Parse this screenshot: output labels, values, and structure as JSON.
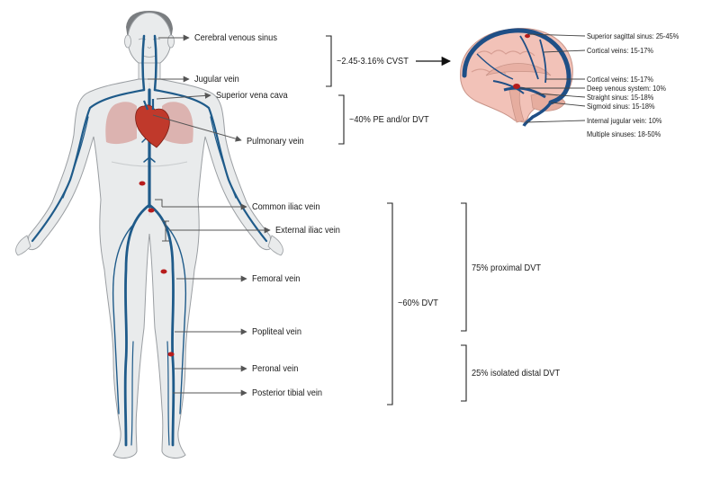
{
  "body_labels": [
    {
      "id": "cerebral",
      "text": "Cerebral venous sinus"
    },
    {
      "id": "jugular",
      "text": "Jugular vein"
    },
    {
      "id": "svc",
      "text": "Superior vena cava"
    },
    {
      "id": "pulmonary",
      "text": "Pulmonary vein"
    },
    {
      "id": "common_iliac",
      "text": "Common iliac vein"
    },
    {
      "id": "external_iliac",
      "text": "External iliac vein"
    },
    {
      "id": "femoral",
      "text": "Femoral vein"
    },
    {
      "id": "popliteal",
      "text": "Popliteal vein"
    },
    {
      "id": "peronal",
      "text": "Peronal vein"
    },
    {
      "id": "posterior_tibial",
      "text": "Posterior tibial vein"
    }
  ],
  "stats": {
    "cvst": "~2.45-3.16% CVST",
    "pe_dvt": "~40% PE and/or DVT",
    "dvt": "~60% DVT",
    "proximal": "75% proximal DVT",
    "distal": "25% isolated distal DVT"
  },
  "brain_labels": [
    {
      "id": "sss",
      "text": "Superior sagittal sinus: 25-45%"
    },
    {
      "id": "cortical1",
      "text": "Cortical veins: 15-17%"
    },
    {
      "id": "cortical2",
      "text": "Cortical veins: 15-17%"
    },
    {
      "id": "deep",
      "text": "Deep venous system: 10%"
    },
    {
      "id": "straight",
      "text": "Straight sinus: 15-18%"
    },
    {
      "id": "sigmoid",
      "text": "Sigmoid sinus: 15-18%"
    },
    {
      "id": "ijv",
      "text": "Internal jugular vein: 10%"
    },
    {
      "id": "multiple",
      "text": "Multiple sinuses: 18-50%"
    }
  ],
  "colors": {
    "skin": "#e9ebec",
    "skin_outline": "#9a9ea2",
    "vein": "#1f5b8a",
    "clot": "#b71c1c",
    "brain": "#f2c2b8",
    "brain_dark": "#d79f94",
    "line": "#555555"
  }
}
